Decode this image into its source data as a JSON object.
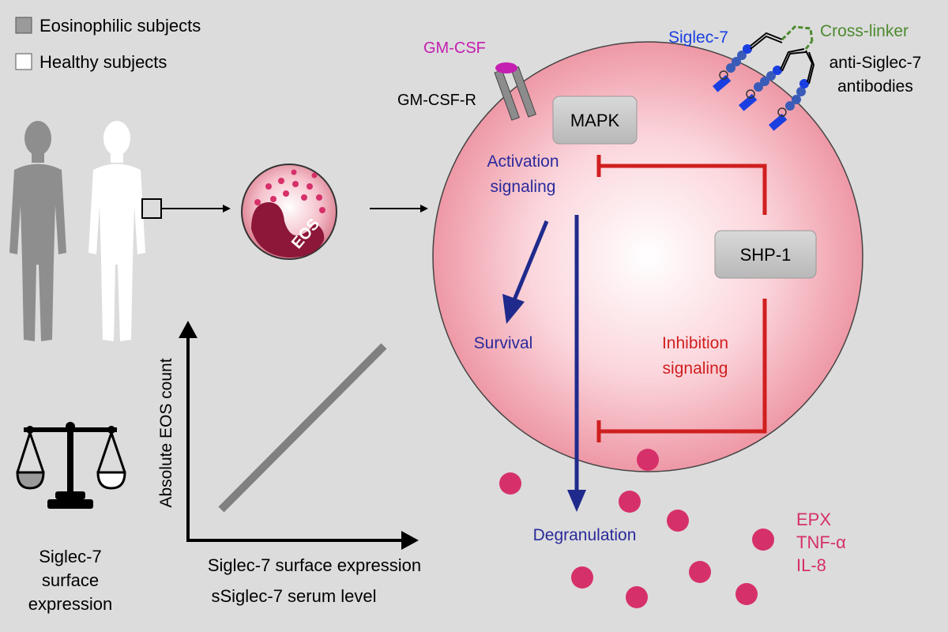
{
  "legend": {
    "eosinophilic": "Eosinophilic subjects",
    "healthy": "Healthy subjects",
    "eosinophilic_color": "#9a9a9a",
    "healthy_color": "#ffffff"
  },
  "cell_icon_label": "EOS",
  "plot": {
    "ylabel": "Absolute EOS count",
    "xlabel_1": "Siglec-7 surface expression",
    "xlabel_2": "sSiglec-7 serum level"
  },
  "balance_label": [
    "Siglec-7",
    "surface",
    "expression"
  ],
  "cell": {
    "gmcsf": "GM-CSF",
    "gmcsf_r": "GM-CSF-R",
    "mapk": "MAPK",
    "shp1": "SHP-1",
    "siglec7": "Siglec-7",
    "cross_linker": "Cross-linker",
    "antibodies": [
      "anti-Siglec-7",
      "antibodies"
    ],
    "activation": [
      "Activation",
      "signaling"
    ],
    "survival": "Survival",
    "inhibition": [
      "Inhibition",
      "signaling"
    ],
    "degranulation": "Degranulation",
    "mediators": [
      "EPX",
      "TNF-α",
      "IL-8"
    ]
  },
  "colors": {
    "activation_blue": "#1f2a8c",
    "inhibition_red": "#d01f1f",
    "gmcsf_magenta": "#c41fb0",
    "siglec_blue": "#1a3fe0",
    "crosslinker_green": "#4c8a2e",
    "granule_pink": "#d6306a",
    "cell_pink": "#f2a8b4"
  }
}
